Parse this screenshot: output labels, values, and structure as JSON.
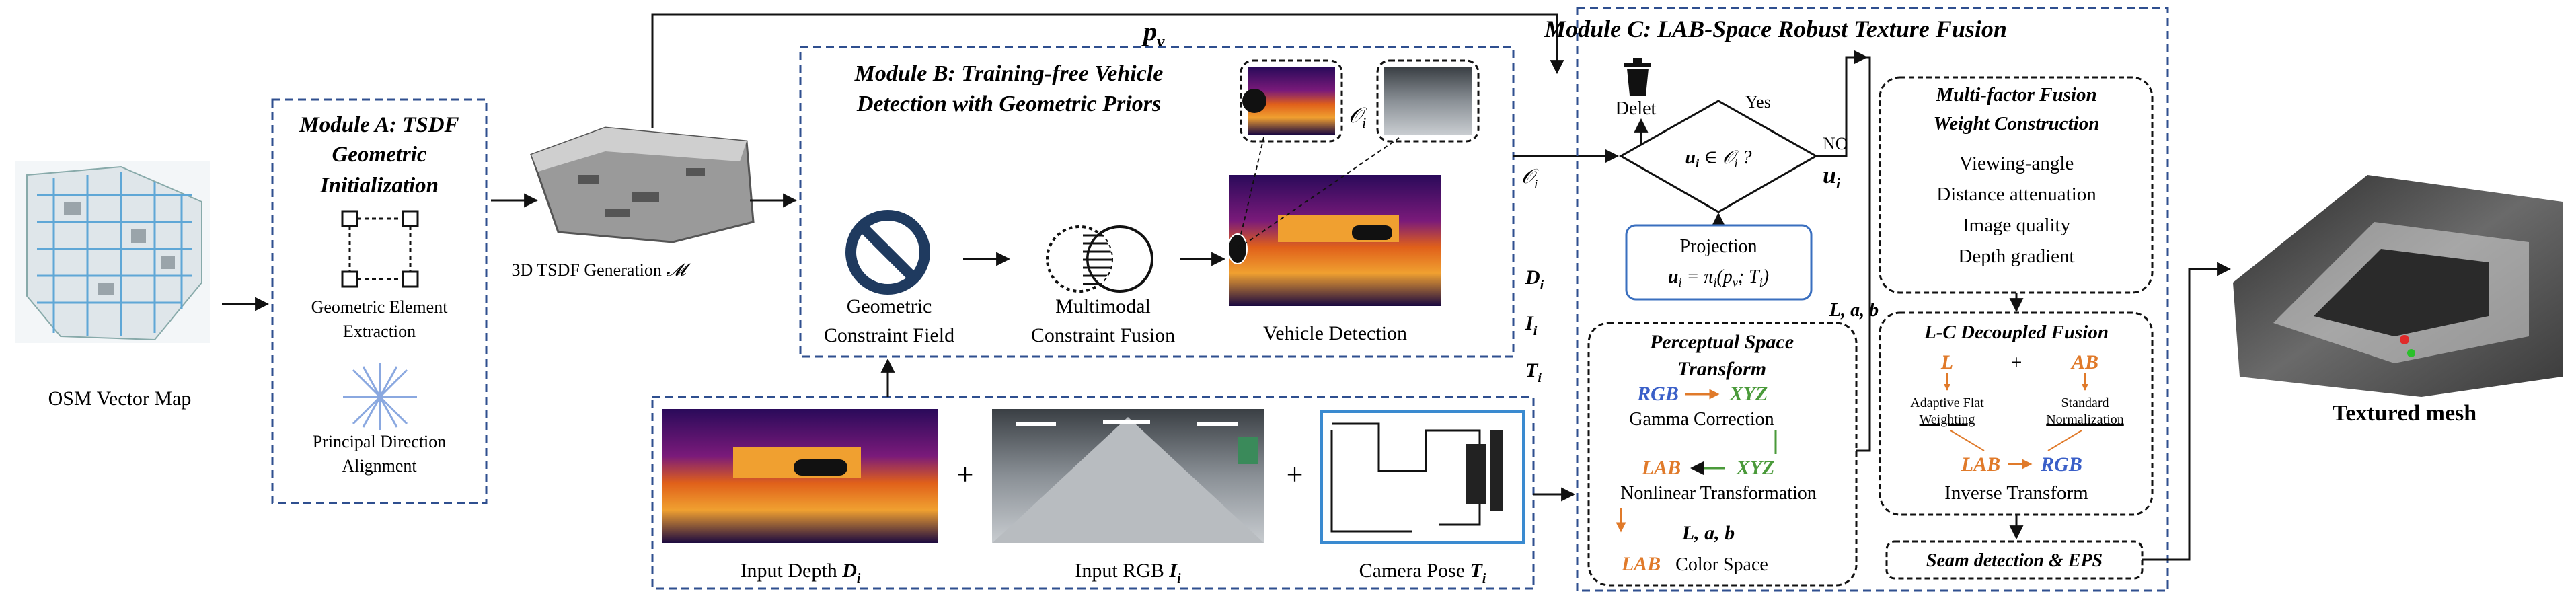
{
  "osm": {
    "label": "OSM Vector Map"
  },
  "moduleA": {
    "title_line1": "Module A: TSDF",
    "title_line2": "Geometric",
    "title_line3": "Initialization",
    "extract_line1": "Geometric Element",
    "extract_line2": "Extraction",
    "align_line1": "Principal Direction",
    "align_line2": "Alignment"
  },
  "tsdf": {
    "label": "3D TSDF Generation",
    "symbol": "𝓜"
  },
  "pv": {
    "main": "p",
    "sub": "v"
  },
  "moduleB": {
    "title_line1": "Module B: Training-free Vehicle",
    "title_line2": "Detection with Geometric Priors",
    "geo_line1": "Geometric",
    "geo_line2": "Constraint  Field",
    "mm_line1": "Multimodal",
    "mm_line2": "Constraint  Fusion",
    "veh": "Vehicle  Detection",
    "oi": "𝒪",
    "oi_sub": "i"
  },
  "side_labels": {
    "oi": "𝒪",
    "oi_sub": "i",
    "d": "D",
    "d_sub": "i",
    "i": "I",
    "i_sub": "i",
    "t": "T",
    "t_sub": "i"
  },
  "inputs": {
    "depth": "Input  Depth",
    "depth_sym": "D",
    "rgb": "Input  RGB",
    "rgb_sym": "I",
    "pose": "Camera Pose",
    "pose_sym": "T",
    "sub": "i",
    "plus": "+"
  },
  "moduleC": {
    "title": "Module C: LAB-Space Robust Texture Fusion",
    "delet": "Delet",
    "yes": "Yes",
    "no": "NO",
    "cond": "u",
    "cond_rest": " ∈ 𝒪",
    "cond_q": " ?",
    "ui": "u",
    "proj_title": "Projection",
    "proj_eq": "u",
    "proj_eq_rest": " = π",
    "proj_args": "(p",
    "proj_args2": ";  T",
    "proj_close": ")",
    "lab_out": "L, a, b",
    "pst_title1": "Perceptual Space",
    "pst_title2": "Transform",
    "rgb": "RGB",
    "xyz": "XYZ",
    "lab": "LAB",
    "gamma": "Gamma  Correction",
    "nonlinear": "Nonlinear  Transformation",
    "lab_cs": "Color Space",
    "mf_title1": "Multi-factor Fusion",
    "mf_title2": "Weight Construction",
    "mf_items": [
      "Viewing-angle",
      "Distance  attenuation",
      "Image  quality",
      "Depth  gradient"
    ],
    "lc_title": "L-C Decoupled Fusion",
    "L": "L",
    "AB": "AB",
    "adaptive1": "Adaptive Flat",
    "adaptive2": "Weighting",
    "standard1": "Standard",
    "standard2": "Normalization",
    "inverse": "Inverse  Transform",
    "seam": "Seam detection & EPS"
  },
  "output": {
    "label": "Textured mesh"
  },
  "colors": {
    "dash_blue": "#2f4f8f",
    "rgb_blue": "#3a5fc8",
    "xyz_green": "#4a9a3a",
    "lab_orange": "#e07a2a",
    "proj_border": "#3a6fbf",
    "ban_navy": "#1f3a5f"
  }
}
